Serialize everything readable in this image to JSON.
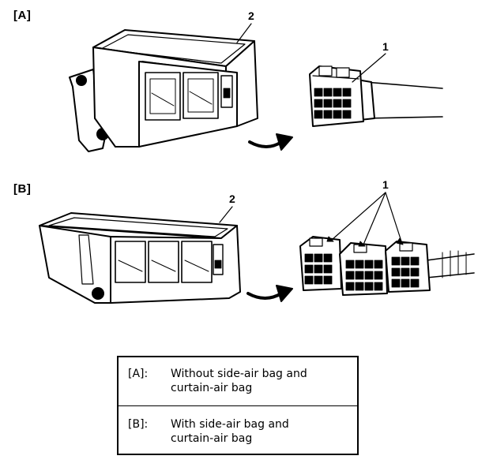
{
  "panels": {
    "a": {
      "label": "[A]",
      "callout_module": "2",
      "callout_connector": "1"
    },
    "b": {
      "label": "[B]",
      "callout_module": "2",
      "callout_connectors": "1"
    }
  },
  "legend": {
    "rows": [
      {
        "key": "[A]:",
        "text": "Without side-air bag and\ncurtain-air bag"
      },
      {
        "key": "[B]:",
        "text": "With side-air bag and\ncurtain-air bag"
      }
    ]
  }
}
